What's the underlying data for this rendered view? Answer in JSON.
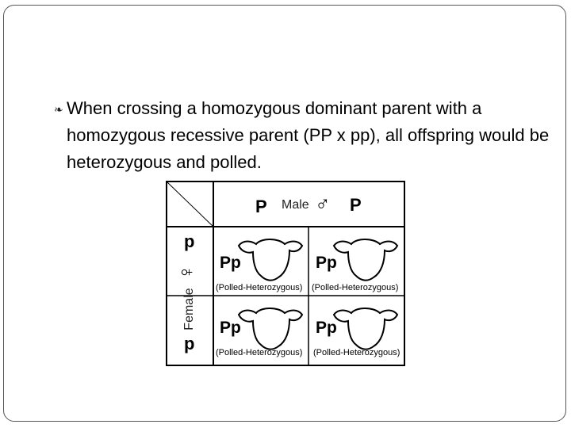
{
  "slide": {
    "bullet_icon": "curl-bullet-icon",
    "bullet_text": "When crossing a homozygous dominant parent with a homozygous recessive parent (PP x pp), all offspring would be heterozygous and polled."
  },
  "punnett": {
    "male_label": "Male",
    "male_symbol": "♂",
    "female_label": "Female",
    "female_symbol": "♀",
    "male_alleles": [
      "P",
      "P"
    ],
    "female_alleles": [
      "p",
      "p"
    ],
    "cells": [
      {
        "genotype": "Pp",
        "phenotype": "(Polled-Heterozygous)",
        "icon": "calf-head-icon"
      },
      {
        "genotype": "Pp",
        "phenotype": "(Polled-Heterozygous)",
        "icon": "calf-head-icon"
      },
      {
        "genotype": "Pp",
        "phenotype": "(Polled-Heterozygous)",
        "icon": "calf-head-icon"
      },
      {
        "genotype": "Pp",
        "phenotype": "(Polled-Heterozygous)",
        "icon": "calf-head-icon"
      }
    ]
  }
}
